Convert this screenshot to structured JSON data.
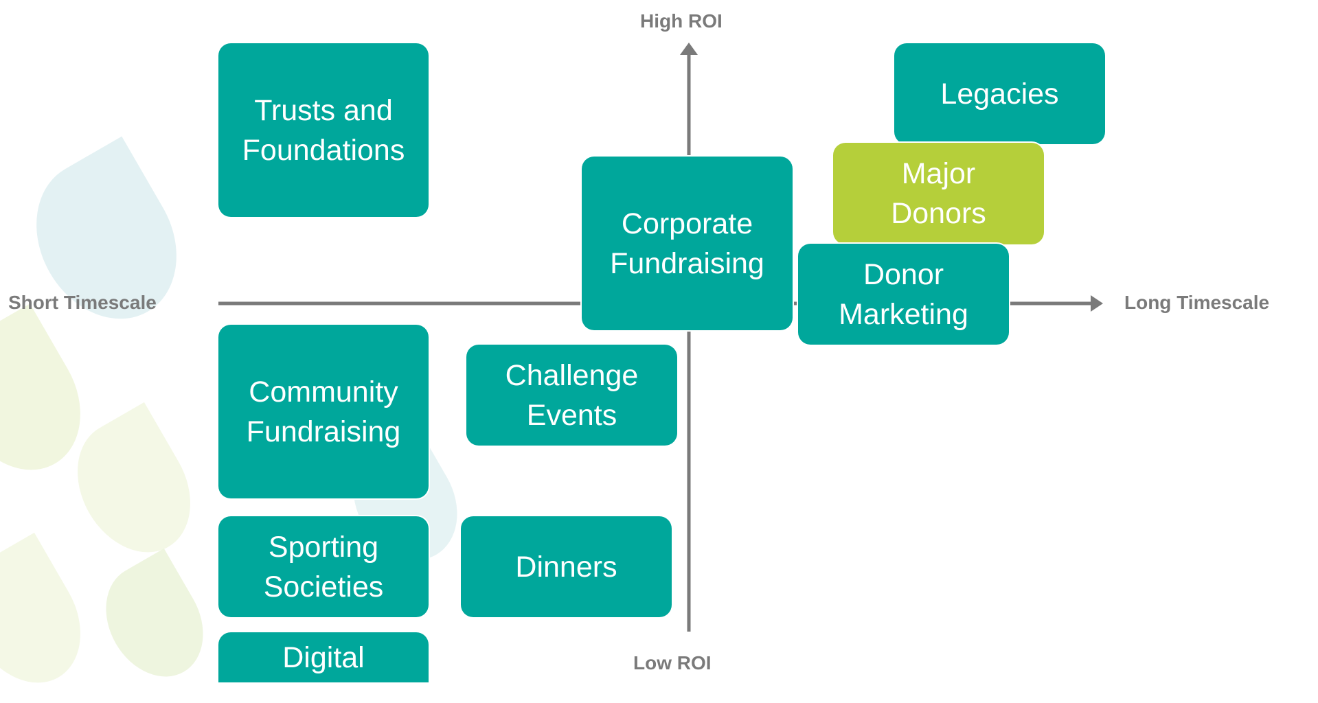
{
  "colors": {
    "box_teal": "#00a79b",
    "box_green": "#b5cf3a",
    "axis": "#7a7a7a",
    "label": "#7a7a7a"
  },
  "axes": {
    "top": "High ROI",
    "bottom": "Low ROI",
    "left": "Short Timescale",
    "right": "Long Timescale"
  },
  "boxes": {
    "trusts": "Trusts and Foundations",
    "legacies": "Legacies",
    "major_donors": "Major Donors",
    "corporate": "Corporate Fundraising",
    "donor_marketing": "Donor Marketing",
    "community": "Community Fundraising",
    "challenge": "Challenge Events",
    "sporting": "Sporting Societies",
    "dinners": "Dinners",
    "digital": "Digital"
  }
}
